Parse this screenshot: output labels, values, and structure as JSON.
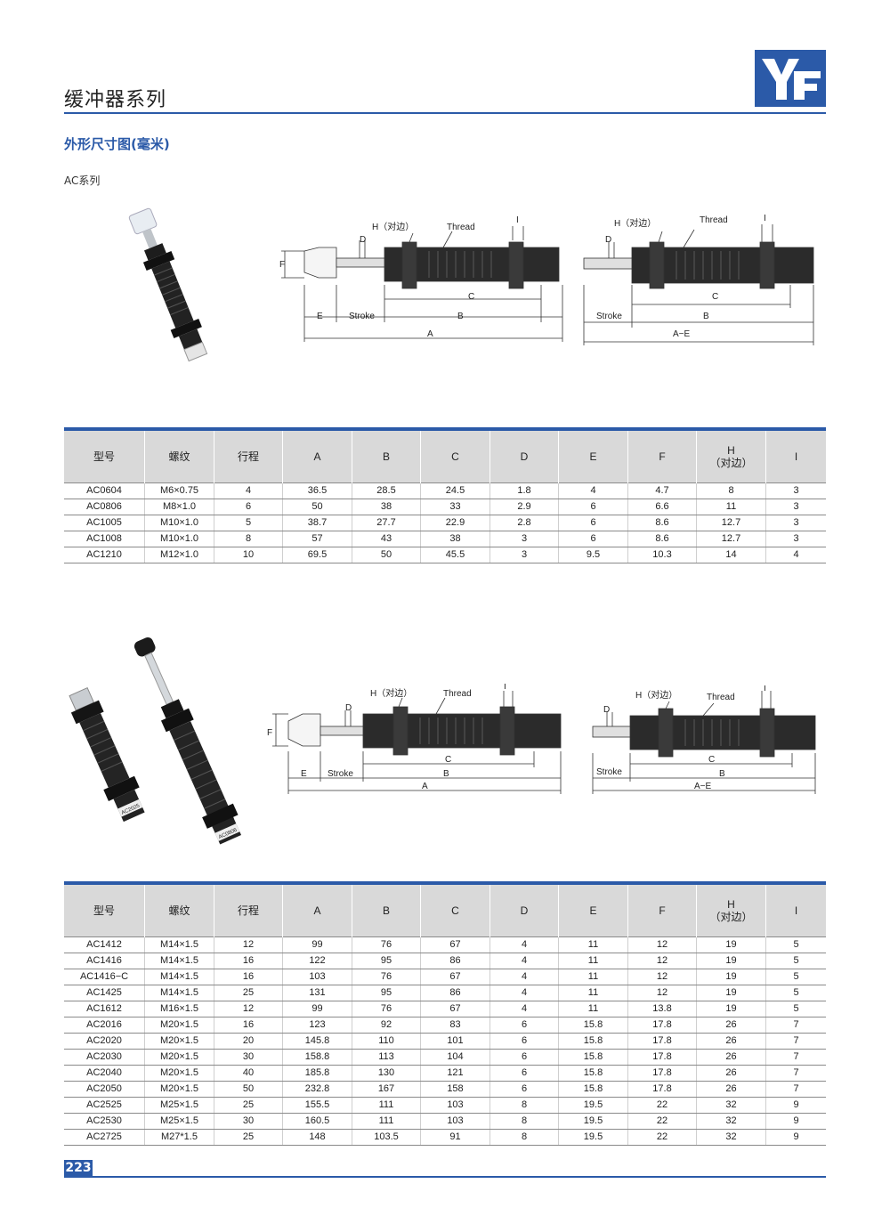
{
  "header": {
    "title": "缓冲器系列",
    "logo_text": "YF"
  },
  "section": {
    "title": "外形尺寸图(毫米)",
    "series_label": "AC系列"
  },
  "diagram_labels": {
    "h": "H（对边）",
    "thread": "Thread",
    "i": "I",
    "d": "D",
    "f": "F",
    "e": "E",
    "stroke": "Stroke",
    "a": "A",
    "b": "B",
    "c": "C",
    "ae": "A−E"
  },
  "product_photo_text": {
    "p2": "AC2025",
    "p3": "AC0806"
  },
  "colors": {
    "accent": "#2b5aa8",
    "header_bg": "#d9d9d9"
  },
  "table_headers": [
    "型号",
    "螺纹",
    "行程",
    "A",
    "B",
    "C",
    "D",
    "E",
    "F",
    "H",
    "（对边）",
    "I"
  ],
  "table1": {
    "rows": [
      [
        "AC0604",
        "M6×0.75",
        "4",
        "36.5",
        "28.5",
        "24.5",
        "1.8",
        "4",
        "4.7",
        "8",
        "3"
      ],
      [
        "AC0806",
        "M8×1.0",
        "6",
        "50",
        "38",
        "33",
        "2.9",
        "6",
        "6.6",
        "11",
        "3"
      ],
      [
        "AC1005",
        "M10×1.0",
        "5",
        "38.7",
        "27.7",
        "22.9",
        "2.8",
        "6",
        "8.6",
        "12.7",
        "3"
      ],
      [
        "AC1008",
        "M10×1.0",
        "8",
        "57",
        "43",
        "38",
        "3",
        "6",
        "8.6",
        "12.7",
        "3"
      ],
      [
        "AC1210",
        "M12×1.0",
        "10",
        "69.5",
        "50",
        "45.5",
        "3",
        "9.5",
        "10.3",
        "14",
        "4"
      ]
    ]
  },
  "table2": {
    "rows": [
      [
        "AC1412",
        "M14×1.5",
        "12",
        "99",
        "76",
        "67",
        "4",
        "11",
        "12",
        "19",
        "5"
      ],
      [
        "AC1416",
        "M14×1.5",
        "16",
        "122",
        "95",
        "86",
        "4",
        "11",
        "12",
        "19",
        "5"
      ],
      [
        "AC1416−C",
        "M14×1.5",
        "16",
        "103",
        "76",
        "67",
        "4",
        "11",
        "12",
        "19",
        "5"
      ],
      [
        "AC1425",
        "M14×1.5",
        "25",
        "131",
        "95",
        "86",
        "4",
        "11",
        "12",
        "19",
        "5"
      ],
      [
        "AC1612",
        "M16×1.5",
        "12",
        "99",
        "76",
        "67",
        "4",
        "11",
        "13.8",
        "19",
        "5"
      ],
      [
        "AC2016",
        "M20×1.5",
        "16",
        "123",
        "92",
        "83",
        "6",
        "15.8",
        "17.8",
        "26",
        "7"
      ],
      [
        "AC2020",
        "M20×1.5",
        "20",
        "145.8",
        "110",
        "101",
        "6",
        "15.8",
        "17.8",
        "26",
        "7"
      ],
      [
        "AC2030",
        "M20×1.5",
        "30",
        "158.8",
        "113",
        "104",
        "6",
        "15.8",
        "17.8",
        "26",
        "7"
      ],
      [
        "AC2040",
        "M20×1.5",
        "40",
        "185.8",
        "130",
        "121",
        "6",
        "15.8",
        "17.8",
        "26",
        "7"
      ],
      [
        "AC2050",
        "M20×1.5",
        "50",
        "232.8",
        "167",
        "158",
        "6",
        "15.8",
        "17.8",
        "26",
        "7"
      ],
      [
        "AC2525",
        "M25×1.5",
        "25",
        "155.5",
        "111",
        "103",
        "8",
        "19.5",
        "22",
        "32",
        "9"
      ],
      [
        "AC2530",
        "M25×1.5",
        "30",
        "160.5",
        "111",
        "103",
        "8",
        "19.5",
        "22",
        "32",
        "9"
      ],
      [
        "AC2725",
        "M27*1.5",
        "25",
        "148",
        "103.5",
        "91",
        "8",
        "19.5",
        "22",
        "32",
        "9"
      ]
    ]
  },
  "footer": {
    "page_number": "223"
  }
}
